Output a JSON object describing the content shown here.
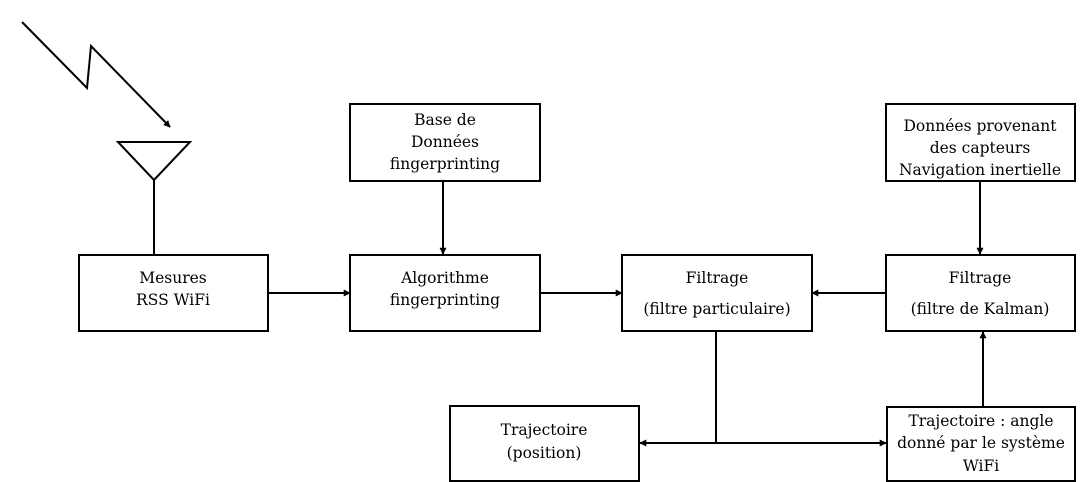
{
  "boxes": {
    "mesures": {
      "lines": [
        "Mesures",
        "RSS WiFi"
      ]
    },
    "base": {
      "lines": [
        "Base de",
        "Données",
        "fingerprinting"
      ]
    },
    "algo": {
      "lines": [
        "Algorithme",
        "fingerprinting"
      ]
    },
    "filtrage_particulaire": {
      "lines": [
        "Filtrage",
        "(filtre particulaire)"
      ]
    },
    "donnees_capteurs": {
      "lines": [
        "Données provenant",
        "des capteurs",
        "Navigation inertielle"
      ]
    },
    "filtrage_kalman": {
      "lines": [
        "Filtrage",
        "(filtre de Kalman)"
      ]
    },
    "trajectoire_position": {
      "lines": [
        "Trajectoire",
        "(position)"
      ]
    },
    "trajectoire_angle": {
      "lines": [
        "Trajectoire : angle",
        "donné par le système",
        "WiFi"
      ]
    }
  },
  "colors": {
    "stroke": "#000000",
    "background": "#ffffff"
  },
  "icons": [
    "wireless-signal-icon",
    "antenna-icon"
  ]
}
